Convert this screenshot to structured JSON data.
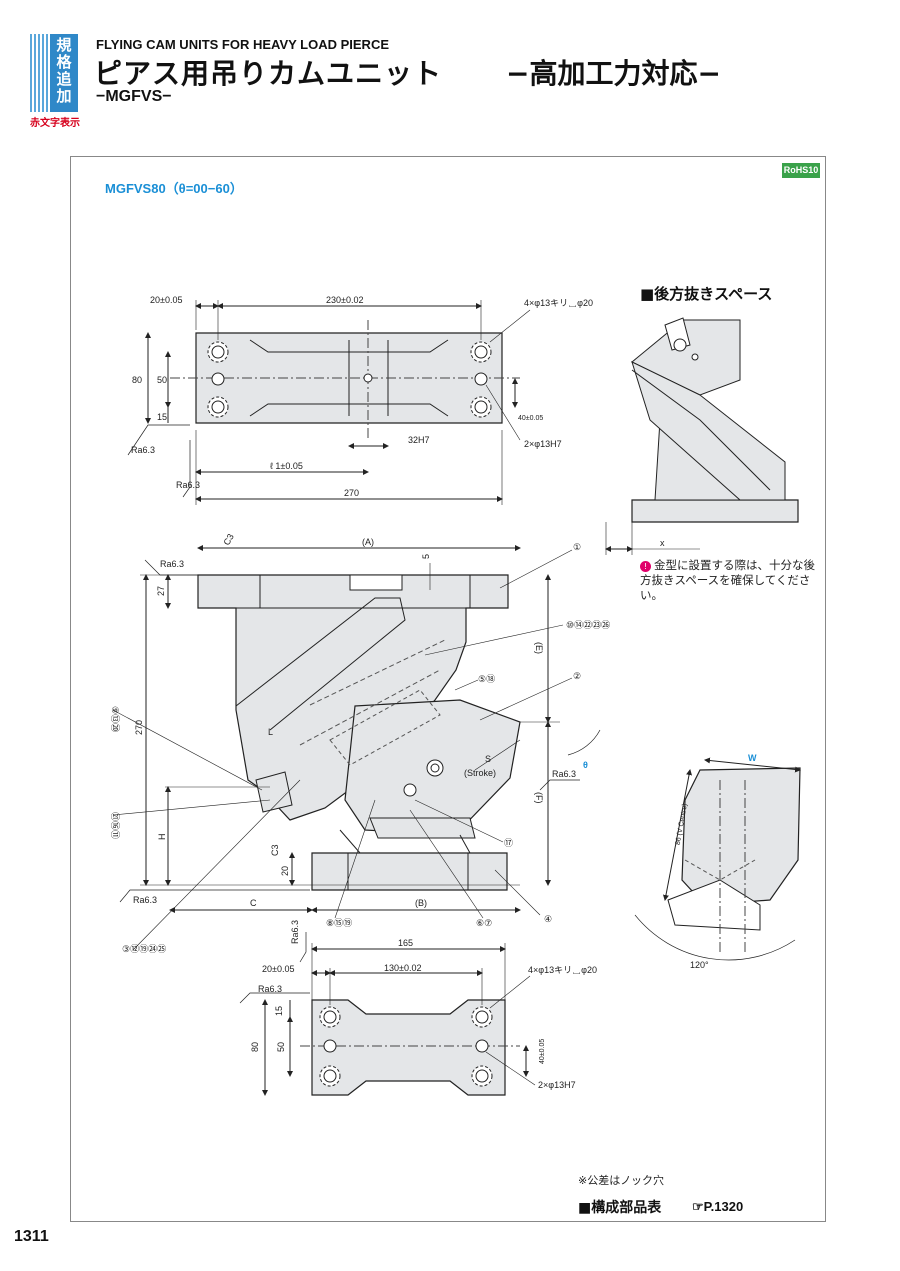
{
  "header": {
    "tab_chars": [
      "規",
      "格",
      "追",
      "加"
    ],
    "red_label": "赤文字表示",
    "subtitle_en": "FLYING CAM UNITS FOR HEAVY LOAD PIERCE",
    "title_ja": "ピアス用吊りカムユニット",
    "title_suffix": "−高加工力対応−",
    "series": "−MGFVS−"
  },
  "model_label": "MGFVS80（θ=00−60）",
  "rohs_badge": "RoHS10",
  "rear_space": {
    "title": "■後方抜きスペース",
    "note": "金型に設置する際は、十分な後方抜きスペースを確保してください。",
    "x_label": "x"
  },
  "top_view": {
    "dim_20": "20±0.05",
    "dim_230": "230±0.02",
    "hole_callout": "4×φ13キリ␣φ20",
    "dim_80": "80",
    "dim_50": "50",
    "dim_15": "15",
    "dim_40": "40±0.05",
    "dim_32h7": "32H7",
    "pin_callout": "2×φ13H7",
    "dim_l": "ℓ 1±0.05",
    "dim_270": "270",
    "ra1": "Ra6.3",
    "ra2": "Ra6.3"
  },
  "side_view": {
    "dim_a": "(A)",
    "dim_c3_top": "C3",
    "dim_5": "5",
    "dim_27": "27",
    "dim_e": "(E)",
    "dim_270": "270",
    "dim_l": "L",
    "dim_h": "H",
    "dim_s": "S",
    "dim_stroke": "(Stroke)",
    "dim_f": "(F)",
    "dim_theta": "θ",
    "dim_c3_bot": "C3",
    "dim_20": "20",
    "dim_c": "C",
    "dim_b": "(B)",
    "ra_top": "Ra6.3",
    "ra_right": "Ra6.3",
    "ra_bottom": "Ra6.3",
    "callouts": [
      "①",
      "②",
      "④",
      "⑤⑱",
      "⑩⑭㉒㉓㉖",
      "⑨⑬⑳",
      "㉑⑯⑪",
      "⑰",
      "⑧⑮⑲",
      "⑥⑦",
      "③⑫⑲㉔㉕"
    ]
  },
  "bottom_view": {
    "dim_165": "165",
    "dim_20": "20±0.05",
    "dim_130": "130±0.02",
    "hole_callout": "4×φ13キリ␣φ20",
    "dim_15": "15",
    "dim_80": "80",
    "dim_50": "50",
    "dim_40": "40±0.05",
    "pin_callout": "2×φ13H7",
    "ra1": "Ra6.3",
    "ra2": "Ra6.3"
  },
  "detail_view": {
    "dim_w": "W",
    "dim_86": "86 (V Centre)",
    "dim_120": "120°"
  },
  "footer": {
    "tolerance_note": "※公差はノック穴",
    "parts_title": "■構成部品表",
    "parts_ref": "P.1320",
    "page_number": "1311"
  },
  "colors": {
    "accent_blue": "#1a8fd6",
    "tab_blue": "#2f88c8",
    "red_text": "#d6001c",
    "rohs_green": "#3aa24a",
    "part_fill": "#e4e6e8"
  }
}
